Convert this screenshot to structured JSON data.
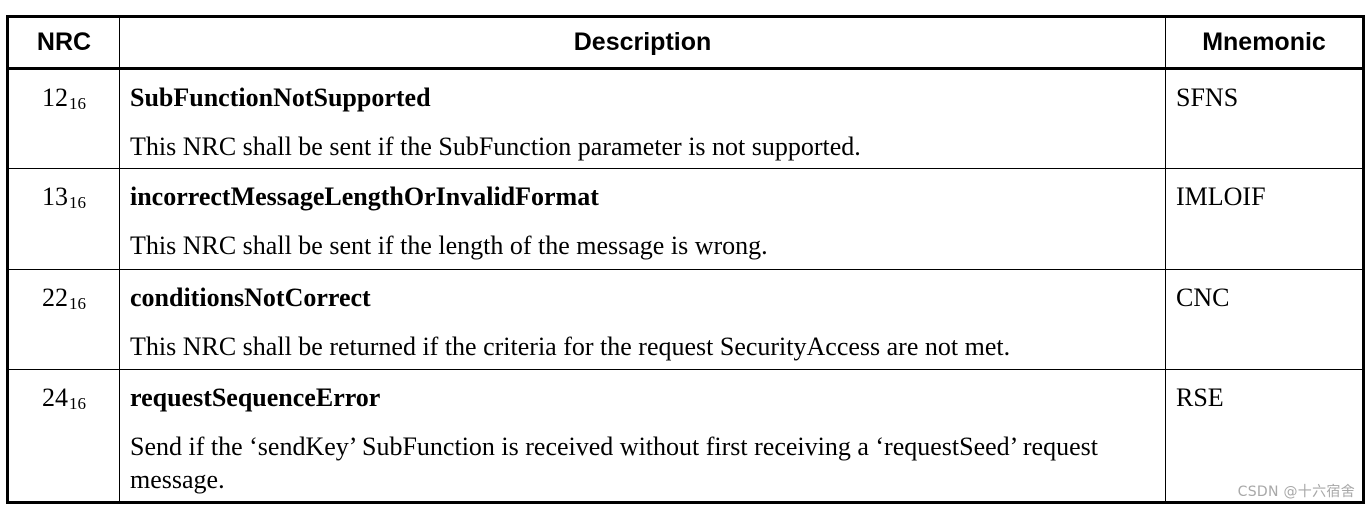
{
  "table": {
    "headers": {
      "nrc": "NRC",
      "description": "Description",
      "mnemonic": "Mnemonic"
    },
    "rows": [
      {
        "nrc_value": "12",
        "nrc_base": "16",
        "name": "SubFunctionNotSupported",
        "description": "This NRC shall be sent if the SubFunction parameter is not supported.",
        "mnemonic": "SFNS"
      },
      {
        "nrc_value": "13",
        "nrc_base": "16",
        "name": "incorrectMessageLengthOrInvalidFormat",
        "description": "This NRC shall be sent if the length of the message is wrong.",
        "mnemonic": "IMLOIF"
      },
      {
        "nrc_value": "22",
        "nrc_base": "16",
        "name": "conditionsNotCorrect",
        "description": "This NRC shall be returned if the criteria for the request SecurityAccess are not met.",
        "mnemonic": "CNC"
      },
      {
        "nrc_value": "24",
        "nrc_base": "16",
        "name": "requestSequenceError",
        "description": "Send if the ‘sendKey’ SubFunction is received without first receiving a ‘requestSeed’ request message.",
        "mnemonic": "RSE"
      }
    ]
  },
  "watermark": "CSDN @十六宿舍"
}
